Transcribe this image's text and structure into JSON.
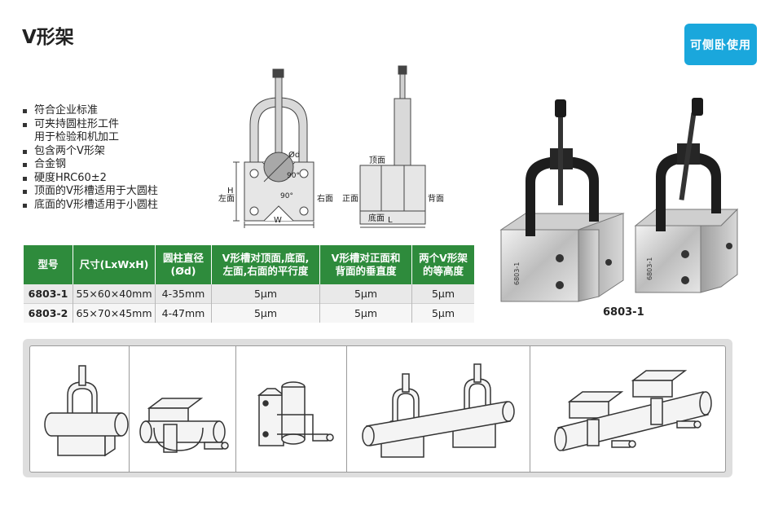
{
  "title": "V形架",
  "badge": "可侧卧使用",
  "features": [
    {
      "text": "符合企业标准"
    },
    {
      "text": "可夹持圆柱形工件",
      "line2": "用于检验和机加工"
    },
    {
      "text": "包含两个V形架"
    },
    {
      "text": "合金钢"
    },
    {
      "text": "硬度HRC60±2"
    },
    {
      "text": "顶面的V形槽适用于大圆柱"
    },
    {
      "text": "底面的V形槽适用于小圆柱"
    }
  ],
  "diagram": {
    "labels": {
      "d": "Ød",
      "angle1": "90°",
      "angle2": "90°",
      "h": "H",
      "w": "W",
      "left": "左面",
      "right": "右面",
      "front": "正面",
      "top": "顶面",
      "back": "背面",
      "bottom": "底面",
      "l": "L"
    }
  },
  "table": {
    "headers": [
      {
        "l1": "型号",
        "l2": ""
      },
      {
        "l1": "尺寸(LxWxH)",
        "l2": ""
      },
      {
        "l1": "圆柱直径",
        "l2": "(Ød)"
      },
      {
        "l1": "V形槽对顶面,底面,",
        "l2": "左面,右面的平行度"
      },
      {
        "l1": "V形槽对正面和",
        "l2": "背面的垂直度"
      },
      {
        "l1": "两个V形架",
        "l2": "的等高度"
      }
    ],
    "rows": [
      {
        "model": "6803-1",
        "size": "55×60×40mm",
        "diameter": "4-35mm",
        "parallel": "5μm",
        "perp": "5μm",
        "height": "5μm"
      },
      {
        "model": "6803-2",
        "size": "65×70×45mm",
        "diameter": "4-47mm",
        "parallel": "5μm",
        "perp": "5μm",
        "height": "5μm"
      }
    ]
  },
  "photo": {
    "caption": "6803-1",
    "block_marking": "6803-1"
  },
  "colors": {
    "table_header": "#2e8b3c",
    "badge": "#1aa7dc"
  }
}
